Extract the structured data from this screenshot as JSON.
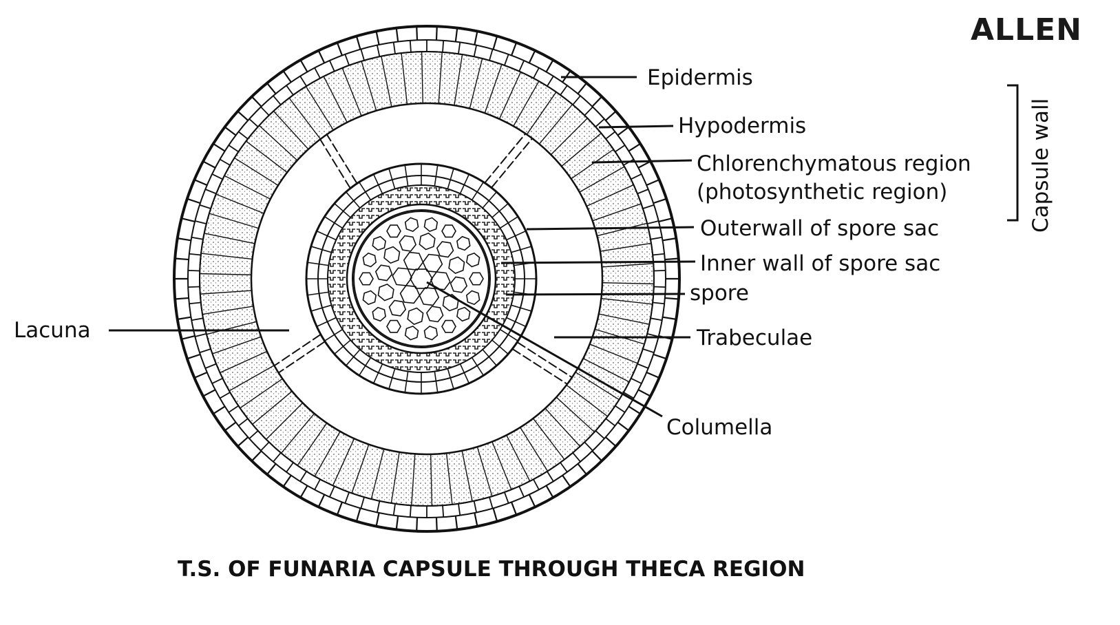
{
  "brand": "ALLEN",
  "caption": "T.S. OF FUNARIA CAPSULE THROUGH THECA REGION",
  "group_label": "Capsule wall",
  "labels": {
    "epidermis": "Epidermis",
    "hypodermis": "Hypodermis",
    "chlorenchyma_line1": "Chlorenchymatous region",
    "chlorenchyma_line2": "(photosynthetic region)",
    "outer_wall": "Outerwall of spore sac",
    "inner_wall": "Inner wall of spore sac",
    "spore": "spore",
    "trabeculae": "Trabeculae",
    "columella": "Columella",
    "lacuna": "Lacuna"
  }
}
